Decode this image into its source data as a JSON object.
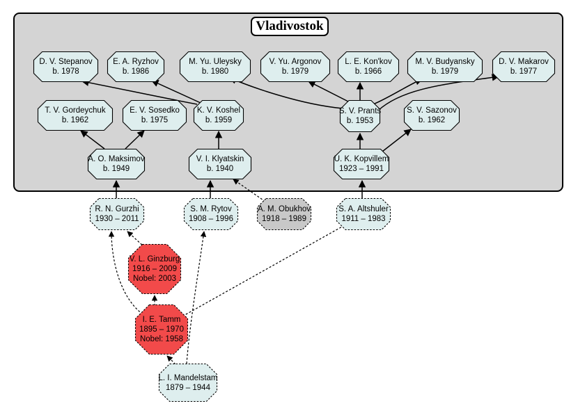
{
  "title": "Vladivostok",
  "colors": {
    "cluster_bg": "#d4d4d4",
    "node_fill": "#deeeee",
    "outside_fill": "#deeeee",
    "nobel_fill": "#f24a4a",
    "external_gray": "#c8c8c8"
  },
  "nodes": {
    "stepanov": {
      "name": "D. V. Stepanov",
      "line2": "b. 1978"
    },
    "ryzhov": {
      "name": "E. A. Ryzhov",
      "line2": "b. 1986"
    },
    "uleysky": {
      "name": "M. Yu. Uleysky",
      "line2": "b. 1980"
    },
    "argonov": {
      "name": "V. Yu. Argonov",
      "line2": "b. 1979"
    },
    "konkov": {
      "name": "L. E. Kon'kov",
      "line2": "b. 1966"
    },
    "budyansky": {
      "name": "M. V. Budyansky",
      "line2": "b. 1979"
    },
    "makarov": {
      "name": "D. V. Makarov",
      "line2": "b. 1977"
    },
    "gordeychuk": {
      "name": "T. V. Gordeychuk",
      "line2": "b. 1962"
    },
    "sosedko": {
      "name": "E. V. Sosedko",
      "line2": "b. 1975"
    },
    "koshel": {
      "name": "K. V. Koshel",
      "line2": "b. 1959"
    },
    "prants": {
      "name": "S. V. Prants",
      "line2": "b. 1953"
    },
    "sazonov": {
      "name": "S. V. Sazonov",
      "line2": "b. 1962"
    },
    "maksimov": {
      "name": "A. O. Maksimov",
      "line2": "b. 1949"
    },
    "klyatskin": {
      "name": "V. I. Klyatskin",
      "line2": "b. 1940"
    },
    "kopvillem": {
      "name": "U. K. Kopvillem",
      "line2": "1923 – 1991"
    },
    "gurzhi": {
      "name": "R. N. Gurzhi",
      "line2": "1930 – 2011"
    },
    "rytov": {
      "name": "S. M. Rytov",
      "line2": "1908 – 1996"
    },
    "obukhov": {
      "name": "A. M. Obukhov",
      "line2": "1918 – 1989"
    },
    "altshuler": {
      "name": "S. A. Altshuler",
      "line2": "1911 – 1983"
    },
    "ginzburg": {
      "name": "V. L. Ginzburg",
      "line2": "1916 – 2009",
      "line3": "Nobel: 2003"
    },
    "tamm": {
      "name": "I. E. Tamm",
      "line2": "1895 – 1970",
      "line3": "Nobel: 1958"
    },
    "mandelstam": {
      "name": "L. I. Mandelstam",
      "line2": "1879 – 1944"
    }
  }
}
